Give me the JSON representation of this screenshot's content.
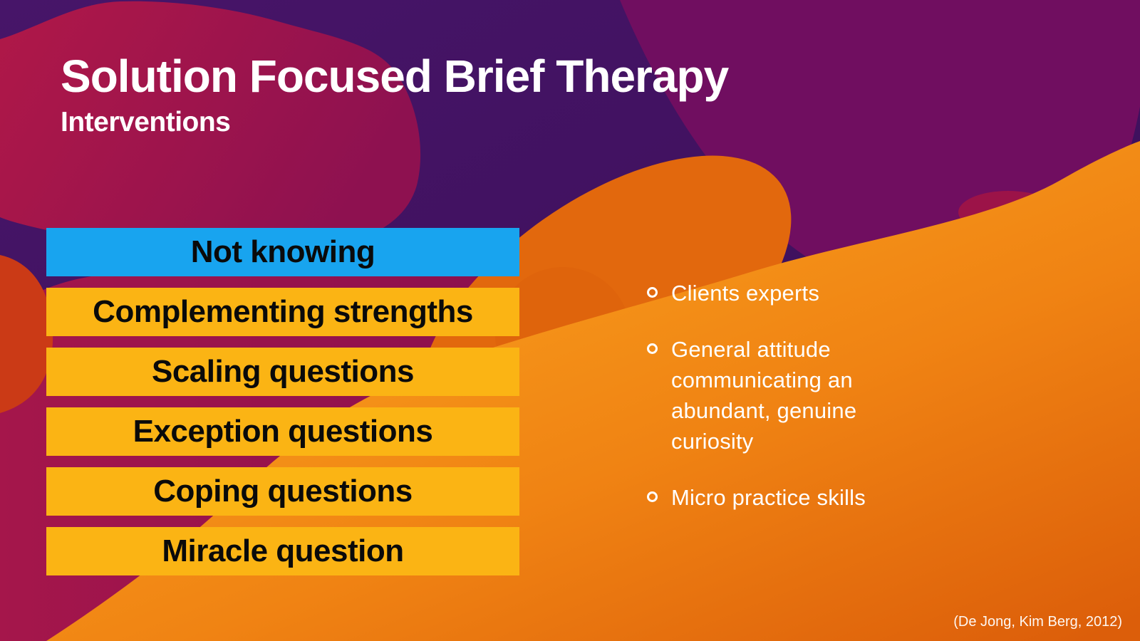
{
  "slide": {
    "title": "Solution Focused Brief Therapy",
    "subtitle": "Interventions",
    "interventions": [
      {
        "label": "Not knowing"
      },
      {
        "label": "Complementing strengths"
      },
      {
        "label": "Scaling questions"
      },
      {
        "label": "Exception questions"
      },
      {
        "label": "Coping questions"
      },
      {
        "label": "Miracle question"
      }
    ],
    "bullets": [
      "Clients experts",
      "General attitude\ncommunicating an\nabundant, genuine\ncuriosity",
      "Micro practice skills"
    ],
    "citation": "(De Jong, Kim Berg, 2012)",
    "colors": {
      "highlight_bar": "#18a4ef",
      "bar": "#fbb414",
      "bar_text": "#0a0a0a",
      "text": "#ffffff"
    }
  }
}
